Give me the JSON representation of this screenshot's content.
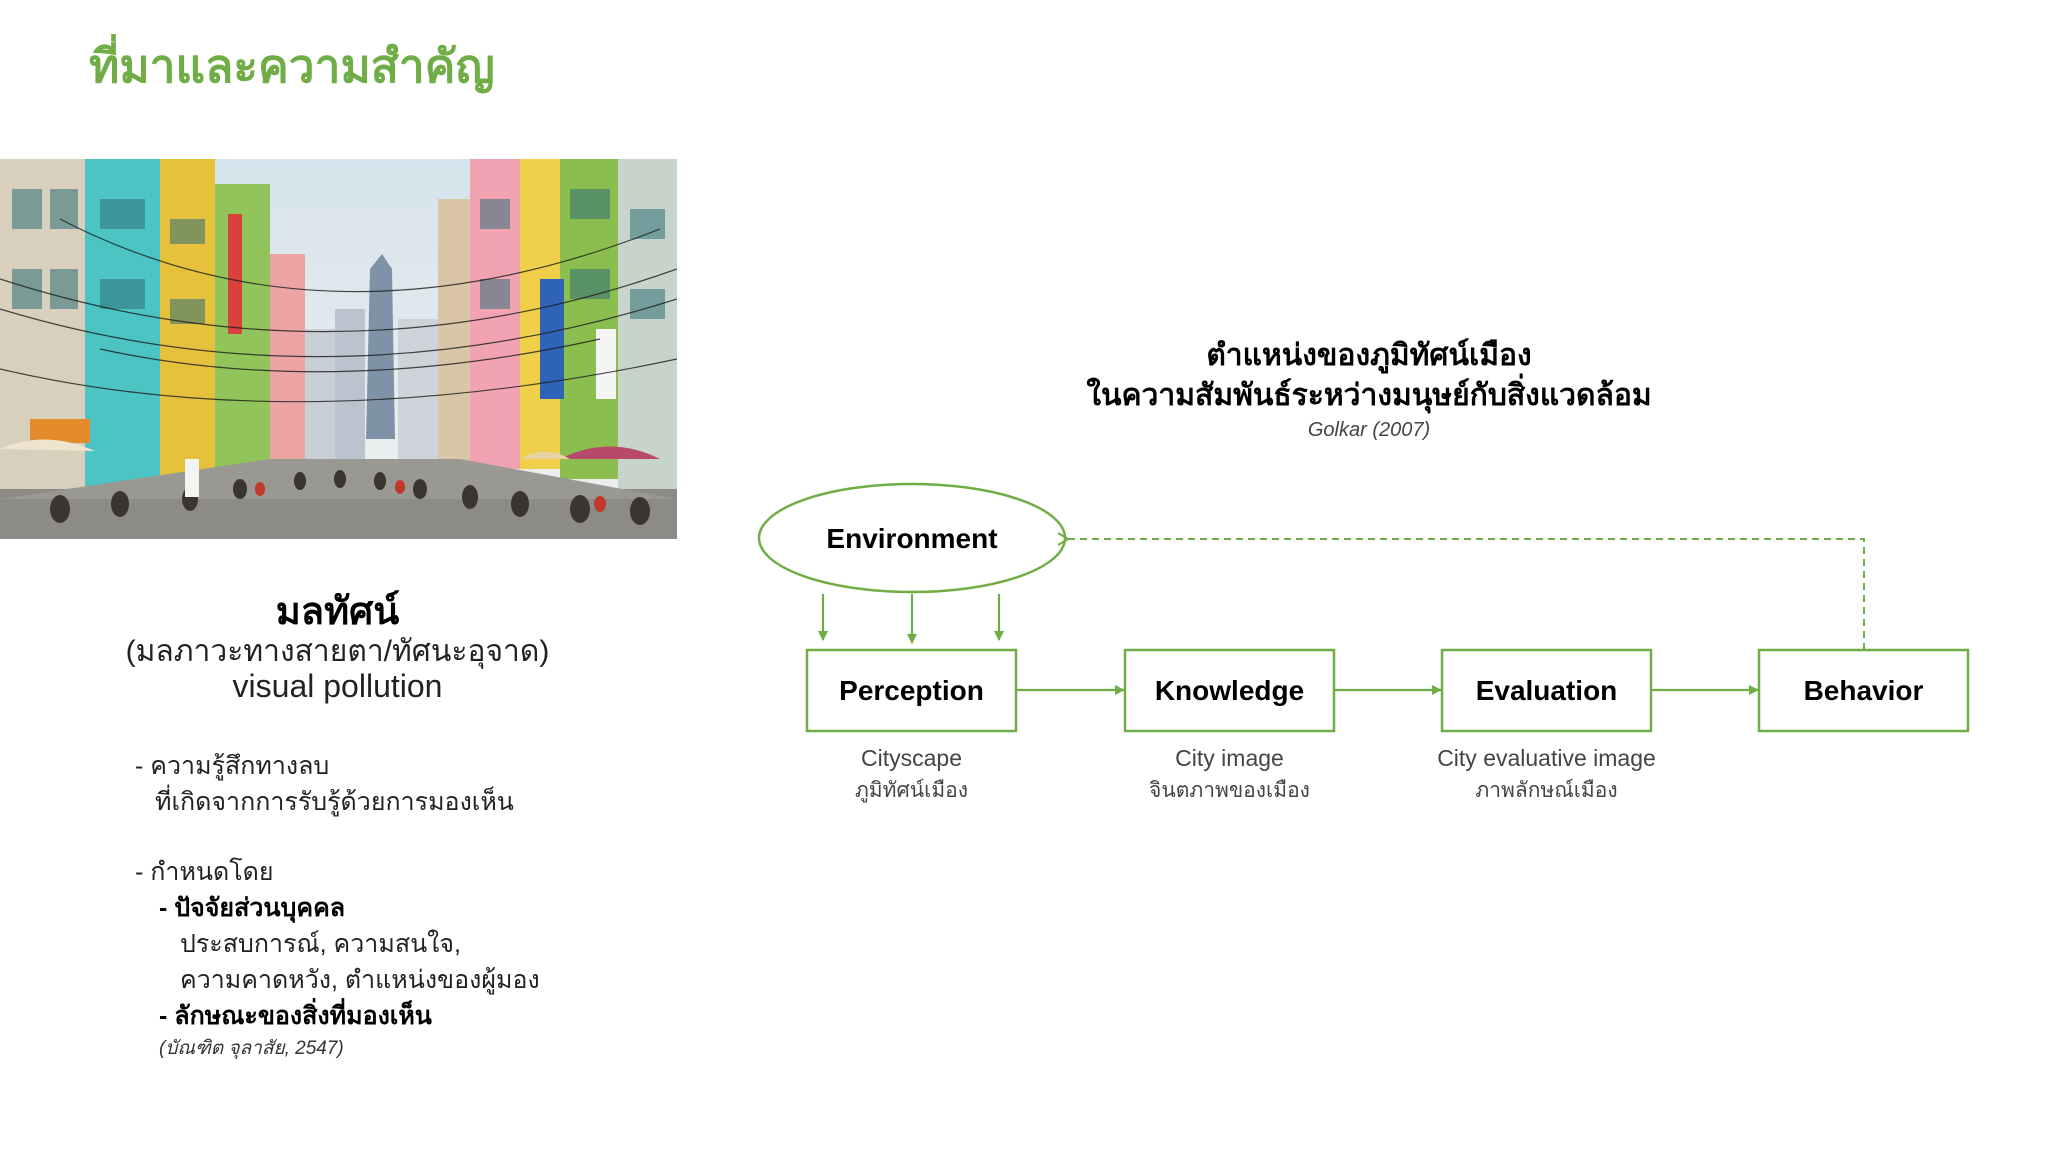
{
  "title": "ที่มาและความสำคัญ",
  "accent_color": "#70ad47",
  "left": {
    "heading": "มลทัศน์",
    "subheading": "(มลภาวะทางสายตา/ทัศนะอุจาด)",
    "english": "visual pollution",
    "lines": [
      "- ความรู้สึกทางลบ",
      "ที่เกิดจากการรับรู้ด้วยการมองเห็น",
      "- กำหนดโดย",
      "- ปัจจัยส่วนบุคคล",
      "ประสบการณ์, ความสนใจ,",
      "ความคาดหวัง, ตำแหน่งของผู้มอง",
      "- ลักษณะของสิ่งที่มองเห็น",
      "(บัณฑิต จุลาสัย, 2547)"
    ]
  },
  "diagram": {
    "heading_line1": "ตำแหน่งของภูมิทัศน์เมือง",
    "heading_line2": "ในความสัมพันธ์ระหว่างมนุษย์กับสิ่งแวดล้อม",
    "citation": "Golkar (2007)",
    "source": "Environment",
    "stages": [
      {
        "label": "Perception",
        "en": "Cityscape",
        "th": "ภูมิทัศน์เมือง"
      },
      {
        "label": "Knowledge",
        "en": "City image",
        "th": "จินตภาพของเมือง"
      },
      {
        "label": "Evaluation",
        "en": "City evaluative image",
        "th": "ภาพลักษณ์เมือง"
      },
      {
        "label": "Behavior"
      }
    ]
  }
}
